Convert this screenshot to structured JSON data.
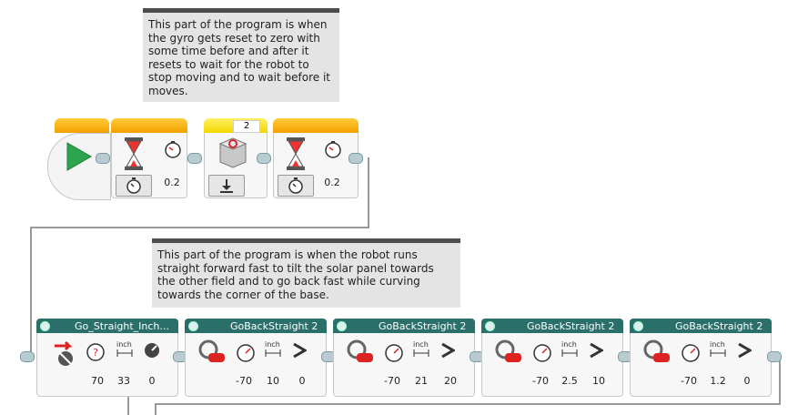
{
  "comments": {
    "top": "This part of the program is when the gyro gets reset to zero with some time before and after it resets to wait for the robot to stop moving and to wait before it moves.",
    "bottom": "This part of the program is when the robot runs straight forward fast to tilt the solar panel towards the other field and to go back fast while curving towards the corner of the base."
  },
  "top_row": {
    "wait1_value": "0.2",
    "gyro_port": "2",
    "wait2_value": "0.2"
  },
  "bottom_row": [
    {
      "title": "Go_Straight_Inch...",
      "v1": "70",
      "v2": "33",
      "v3": "0"
    },
    {
      "title": "GoBackStraight 2",
      "v1": "-70",
      "v2": "10",
      "v3": "0"
    },
    {
      "title": "GoBackStraight 2",
      "v1": "-70",
      "v2": "21",
      "v3": "20"
    },
    {
      "title": "GoBackStraight 2",
      "v1": "-70",
      "v2": "2.5",
      "v3": "10"
    },
    {
      "title": "GoBackStraight 2",
      "v1": "-70",
      "v2": "1.2",
      "v3": "0"
    }
  ],
  "unit_label": "inch",
  "icons": [
    "play-icon",
    "hourglass-icon",
    "timer-icon",
    "stopwatch-icon",
    "gyro-sensor-icon",
    "reset-icon",
    "steering-icon",
    "speedometer-icon",
    "ruler-icon",
    "greater-than-icon",
    "question-icon",
    "gauge-icon",
    "gear-icon"
  ]
}
